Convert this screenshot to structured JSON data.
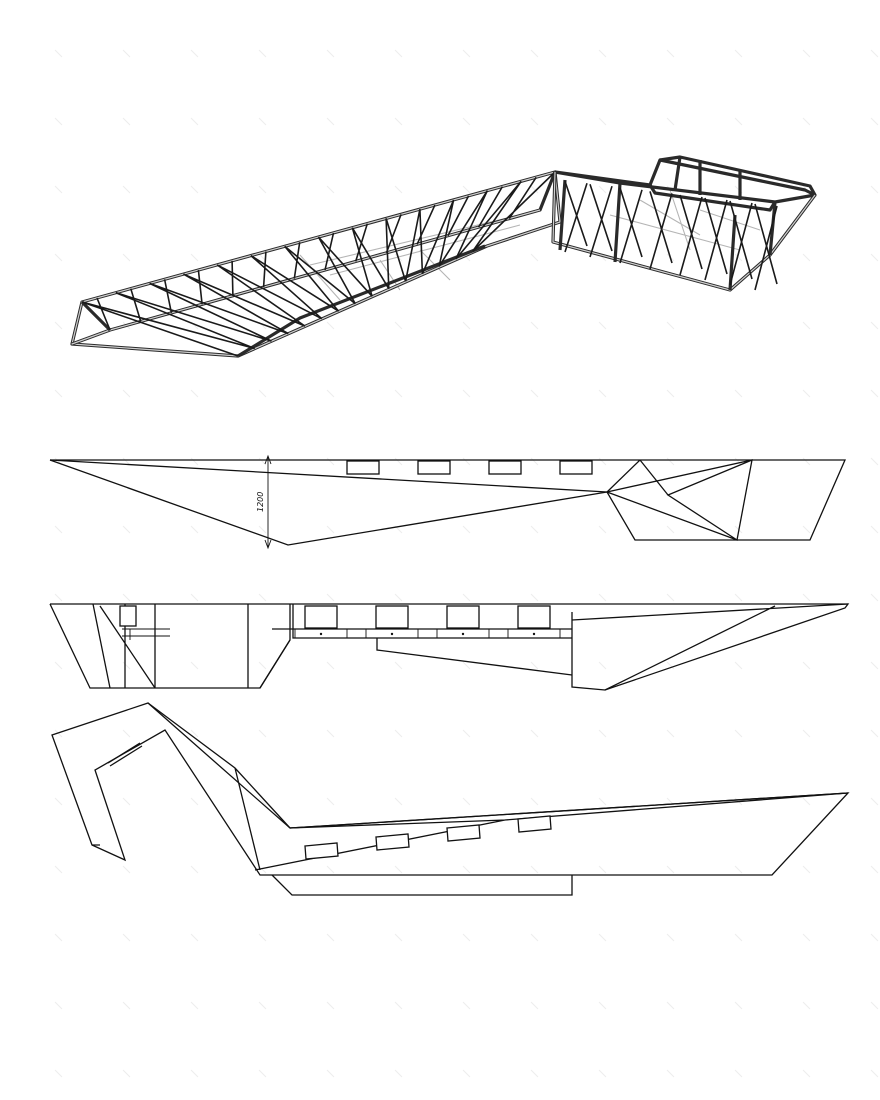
{
  "drawing": {
    "views": [
      {
        "id": "axonometric-truss"
      },
      {
        "id": "plan-view"
      },
      {
        "id": "front-elevation"
      },
      {
        "id": "rear-elevation"
      }
    ],
    "dimension_label": "1200",
    "window_count_per_view": 4
  }
}
